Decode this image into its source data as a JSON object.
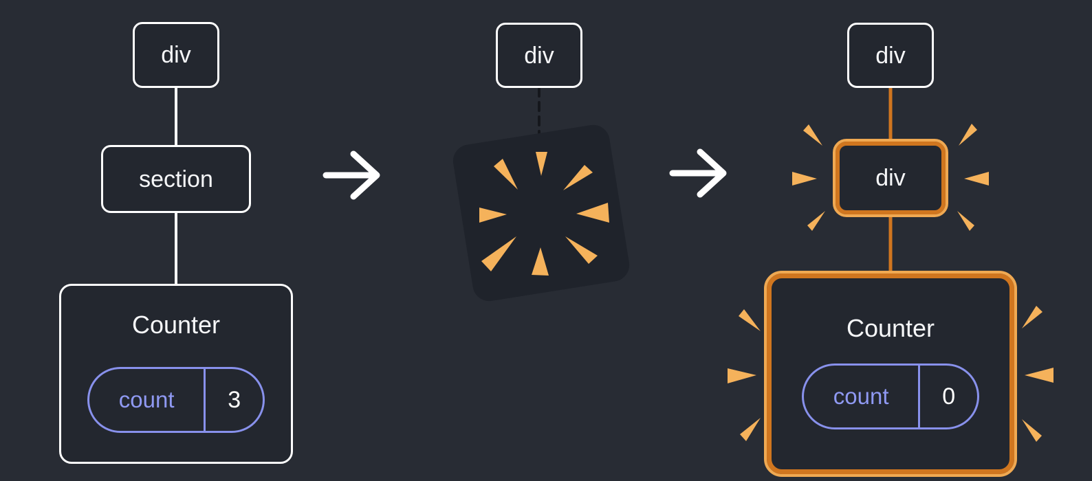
{
  "panels": {
    "before": {
      "root": {
        "label": "div"
      },
      "child": {
        "label": "section"
      },
      "component": {
        "title": "Counter",
        "state": {
          "key": "count",
          "value": "3"
        }
      }
    },
    "transition": {
      "root": {
        "label": "div"
      },
      "destroyed_icon": "poof-burst-icon"
    },
    "after": {
      "root": {
        "label": "div"
      },
      "child": {
        "label": "div"
      },
      "component": {
        "title": "Counter",
        "state": {
          "key": "count",
          "value": "0"
        }
      }
    }
  },
  "icons": {
    "arrow": "arrow-right-icon",
    "poof": "poof-burst-icon",
    "spark": "spark-icon"
  },
  "colors": {
    "background": "#282c34",
    "node_fill": "#23272f",
    "node_border": "#ffffff",
    "connector": "#ffffff",
    "dashed_connector": "#15171c",
    "highlight_border": "#d0761f",
    "highlight_outer": "#f0a952",
    "spark": "#f5b25b",
    "pill_border": "#8891ec",
    "pill_label_text": "#8f99f2",
    "pill_value_text": "#ffffff",
    "arrow": "#ffffff",
    "text": "#f6f7f9"
  }
}
